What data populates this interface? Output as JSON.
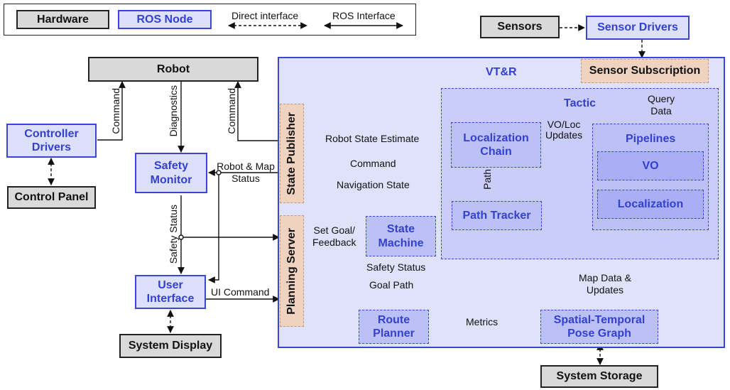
{
  "legend": {
    "hardware": "Hardware",
    "ros_node": "ROS Node",
    "direct_interface": "Direct interface",
    "ros_interface": "ROS Interface"
  },
  "hardware": {
    "robot": "Robot",
    "control_panel": "Control Panel",
    "system_display": "System Display",
    "sensors": "Sensors",
    "system_storage": "System Storage"
  },
  "nodes": {
    "controller_drivers": "Controller\nDrivers",
    "safety_monitor": "Safety\nMonitor",
    "user_interface": "User\nInterface",
    "sensor_drivers": "Sensor Drivers"
  },
  "vtr": {
    "title": "VT&R",
    "sensor_subscription": "Sensor Subscription",
    "state_publisher": "State Publisher",
    "planning_server": "Planning Server",
    "state_machine": "State\nMachine",
    "route_planner": "Route\nPlanner",
    "pose_graph": "Spatial-Temporal\nPose Graph",
    "tactic": {
      "title": "Tactic",
      "localization_chain": "Localization\nChain",
      "path_tracker": "Path Tracker",
      "pipelines": "Pipelines",
      "vo": "VO",
      "localization": "Localization"
    }
  },
  "edges": {
    "command_left": "Command",
    "diagnostics": "Diagnostics",
    "command_right": "Command",
    "robot_map_status": "Robot & Map\nStatus",
    "safety_status_vert": "Safety Status",
    "ui_command": "UI Command",
    "robot_state_estimate": "Robot State Estimate",
    "command_mid": "Command",
    "navigation_state": "Navigation State",
    "set_goal_feedback": "Set Goal/\nFeedback",
    "safety_status": "Safety Status",
    "goal_path": "Goal Path",
    "metrics": "Metrics",
    "vo_loc_updates": "VO/Loc\nUpdates",
    "path": "Path",
    "query_data": "Query\nData",
    "map_data_updates": "Map Data &\nUpdates"
  }
}
